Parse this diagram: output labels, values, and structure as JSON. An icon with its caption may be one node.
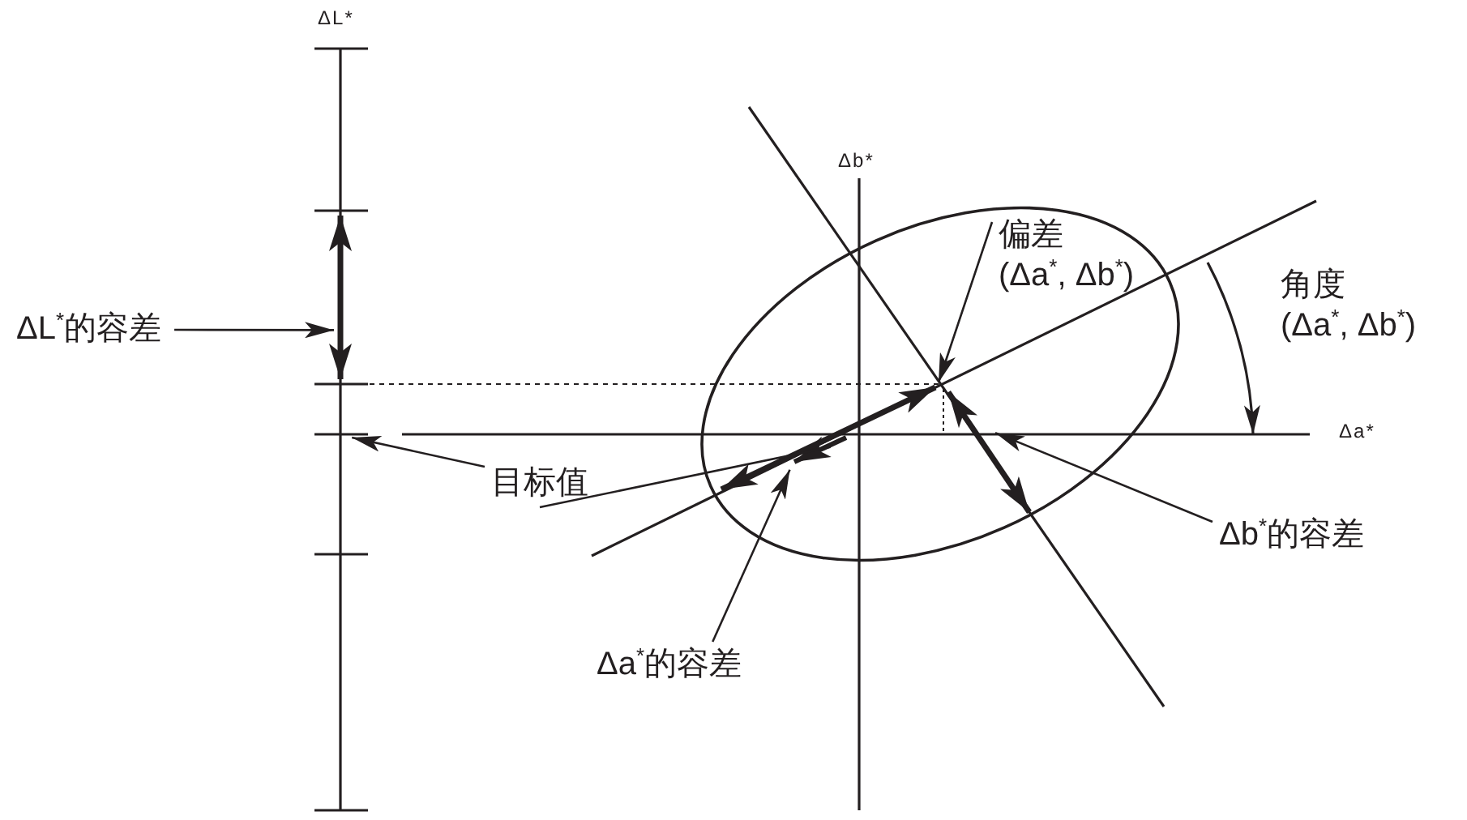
{
  "diagram": {
    "nodes": [
      {
        "text": [
          "ΔL$^{*}$的容差"
        ]
      },
      {
        "text": [
          "目标值"
        ]
      },
      {
        "text": [
          "偏差",
          "(Δa$^{*}$, Δb$^{*}$)"
        ]
      },
      {
        "text": [
          "角度",
          "(Δa$^{*}$, Δb$^{*}$)"
        ]
      },
      {
        "text": [
          "Δb$^{*}$的容差"
        ]
      },
      {
        "text": [
          "Δa$^{*}$的容差"
        ]
      },
      {
        "text": [],
        "shape": "arrow"
      },
      {
        "text": [],
        "shape": "bar"
      },
      {
        "text": [],
        "shape": "arrow"
      },
      {
        "text": [],
        "shape": "arrow"
      }
    ],
    "edges": [
      {
        "from": 0,
        "to": 6,
        "arrow": "to"
      },
      {
        "from": 1,
        "to": 7,
        "arrow": "to"
      },
      {
        "from": 1,
        "to": 8,
        "arrow": "none"
      },
      {
        "from": 2,
        "to": 8,
        "arrow": "to"
      },
      {
        "from": 4,
        "to": 9,
        "arrow": "to"
      },
      {
        "from": 5,
        "to": 8,
        "arrow": "to"
      }
    ],
    "labels": [
      "ΔL*",
      "Δb*",
      "Δa*"
    ]
  }
}
